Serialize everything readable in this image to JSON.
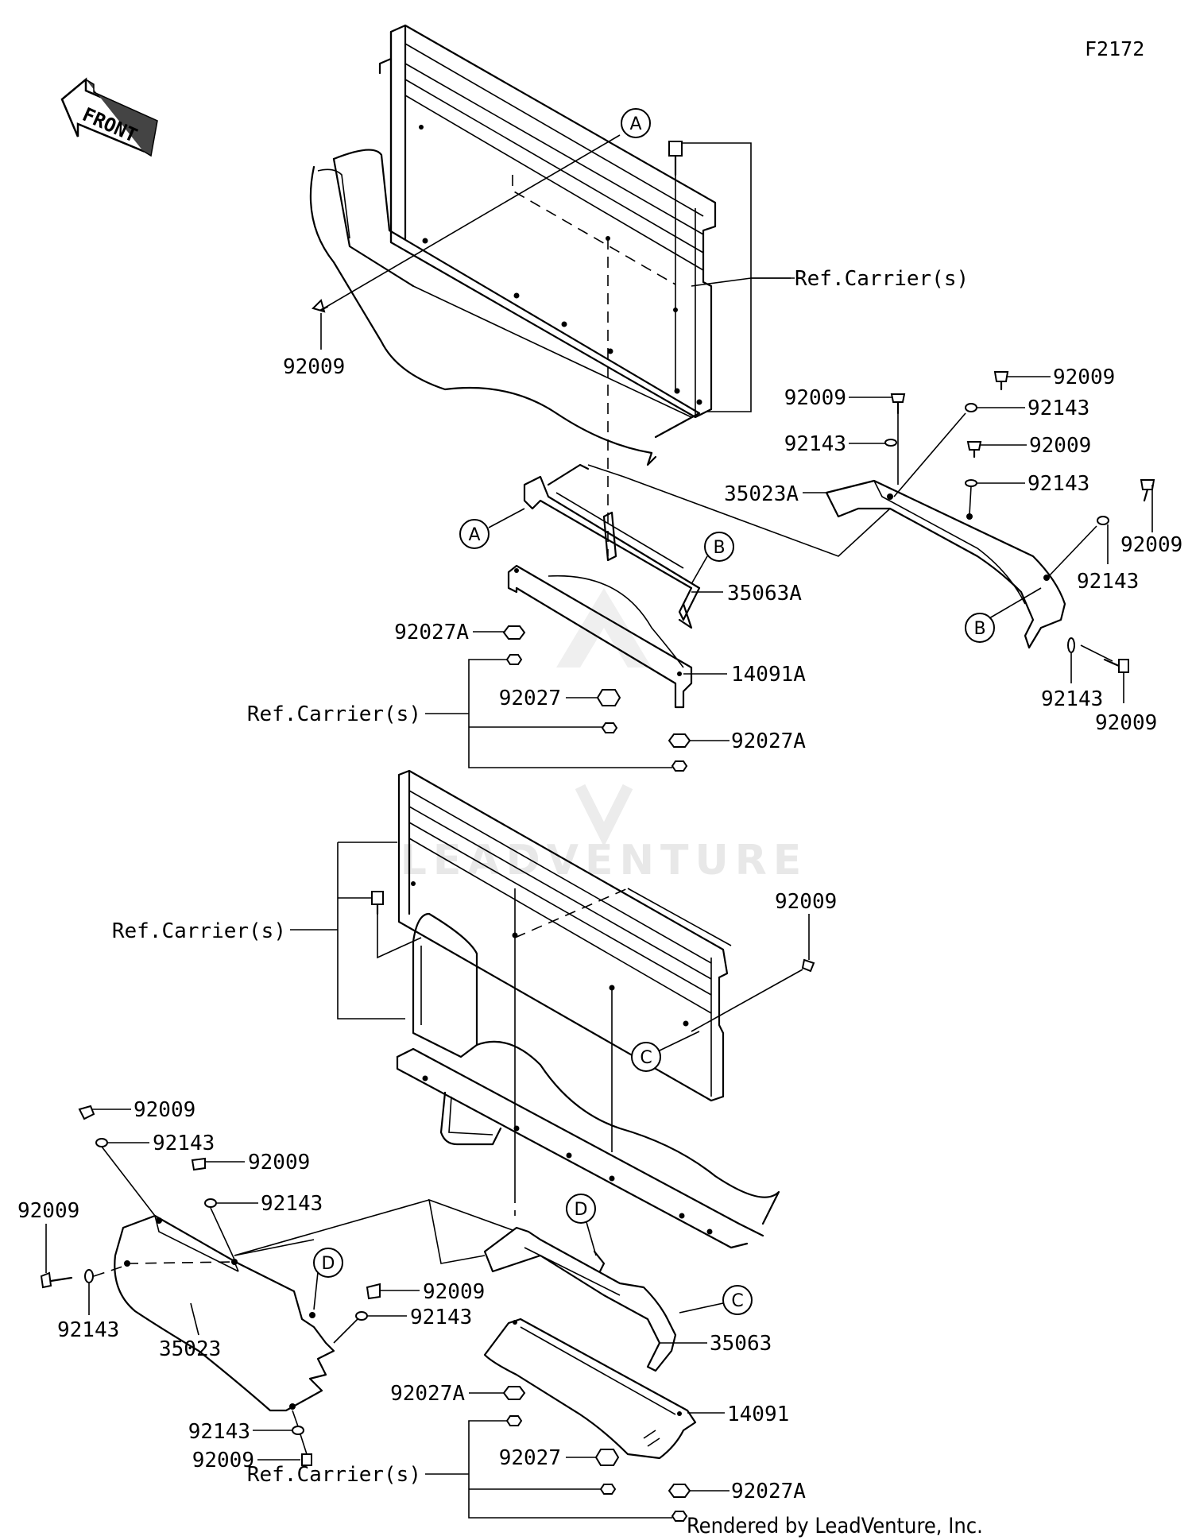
{
  "figure_code": "F2172",
  "front_label": "FRONT",
  "watermark": "LEADVENTURE",
  "footer": "Rendered by LeadVenture, Inc.",
  "callouts": [
    "A",
    "B",
    "C",
    "D"
  ],
  "labels": {
    "ref_carrier_top_right": "Ref.Carrier(s)",
    "ref_carrier_mid_left": "Ref.Carrier(s)",
    "ref_carrier_lower_left": "Ref.Carrier(s)",
    "ref_carrier_bottom": "Ref.Carrier(s)",
    "top_bolt_left": "92009",
    "lower_bolt_right": "92009",
    "rf_92009_a": "92009",
    "rf_92009_b": "92009",
    "rf_92009_c": "92009",
    "rf_92009_d": "92009",
    "rf_92009_e": "92009",
    "rf_92143_a": "92143",
    "rf_92143_b": "92143",
    "rf_92143_c": "92143",
    "rf_92143_d": "92143",
    "rf_92143_e": "92143",
    "rf_fender": "35023A",
    "bracket_upper": "35063A",
    "guard_upper": "14091A",
    "nut_upper_a1": "92027A",
    "nut_upper": "92027",
    "nut_upper_a2": "92027A",
    "lf_92009_a": "92009",
    "lf_92143_a": "92143",
    "lf_92009_b": "92009",
    "lf_92143_b": "92143",
    "lf_92009_c": "92009",
    "lf_92143_c": "92143",
    "lf_fender": "35023",
    "lf_92009_d": "92009",
    "lf_92143_d": "92143",
    "lf_92143_e": "92143",
    "lf_92009_e": "92009",
    "bracket_lower": "35063",
    "guard_lower": "14091",
    "nut_lower_a1": "92027A",
    "nut_lower": "92027",
    "nut_lower_a2": "92027A"
  }
}
